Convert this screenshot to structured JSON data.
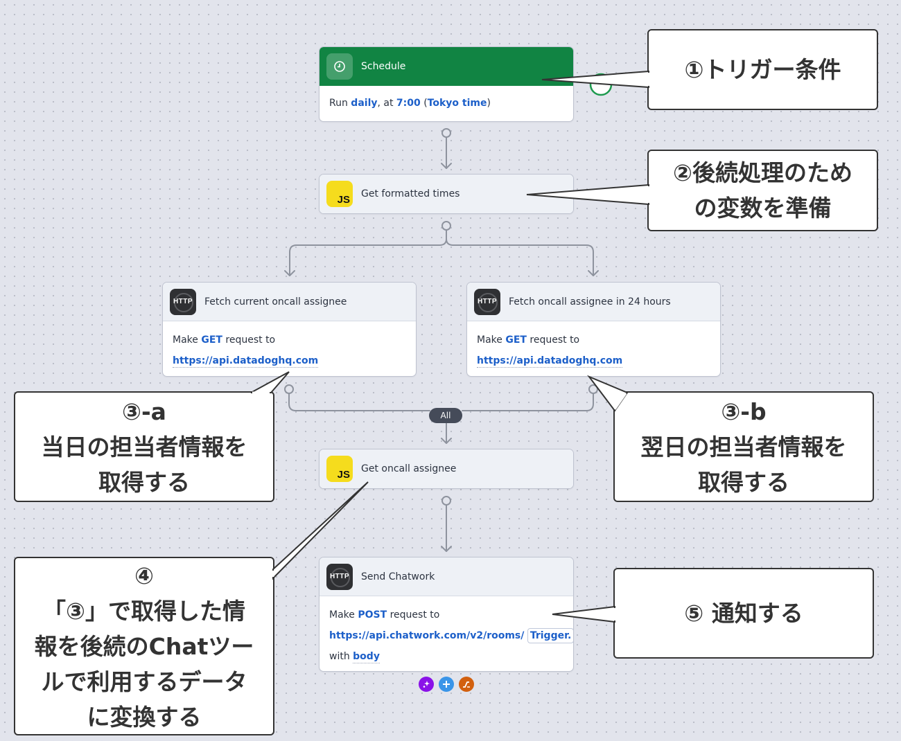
{
  "nodes": {
    "schedule": {
      "title": "Schedule",
      "icon": "clock-icon",
      "body": {
        "prefix": "Run ",
        "frequency": "daily",
        "mid": ", at ",
        "time": "7:00",
        "open": " (",
        "timezone": "Tokyo time",
        "close": ")"
      }
    },
    "formatted_times": {
      "title": "Get formatted times",
      "icon": "js-icon",
      "icon_text": "JS"
    },
    "fetch_current": {
      "title": "Fetch current oncall assignee",
      "icon": "http-icon",
      "icon_text": "HTTP",
      "make": "Make ",
      "method": "GET",
      "request_to": " request to",
      "url": "https://api.datadoghq.com"
    },
    "fetch_24h": {
      "title": "Fetch oncall assignee in 24 hours",
      "icon": "http-icon",
      "icon_text": "HTTP",
      "make": "Make ",
      "method": "GET",
      "request_to": " request to",
      "url": "https://api.datadoghq.com"
    },
    "get_assignee": {
      "title": "Get oncall assignee",
      "icon": "js-icon",
      "icon_text": "JS"
    },
    "send_chatwork": {
      "title": "Send Chatwork",
      "icon": "http-icon",
      "icon_text": "HTTP",
      "make": "Make ",
      "method": "POST",
      "request_to": " request to",
      "url": "https://api.chatwork.com/v2/rooms/",
      "pill": "Trigger.",
      "with": "with ",
      "body_label": "body"
    }
  },
  "join_badge": "All",
  "action_buttons": [
    {
      "name": "ai-assist-button",
      "icon": "sparkle-icon",
      "color": "#8a12e8"
    },
    {
      "name": "add-step-button",
      "icon": "plus-icon",
      "color": "#3a95e8"
    },
    {
      "name": "end-button",
      "icon": "stairs-icon",
      "color": "#d2600f"
    }
  ],
  "callouts": {
    "c1": {
      "lines": [
        "①トリガー条件"
      ]
    },
    "c2": {
      "lines": [
        "②後続処理のため",
        "の変数を準備"
      ]
    },
    "c3a": {
      "lines": [
        "③-a",
        "当日の担当者情報を",
        "取得する"
      ]
    },
    "c3b": {
      "lines": [
        "③-b",
        "翌日の担当者情報を",
        "取得する"
      ]
    },
    "c4": {
      "lines": [
        "④",
        "「③」で取得した情",
        "報を後続のChatツー",
        "ルで利用するデータ",
        "に変換する"
      ]
    },
    "c5": {
      "lines": [
        "⑤ 通知する"
      ]
    }
  },
  "colors": {
    "trigger_green": "#118443",
    "link_blue": "#1c5fc9",
    "js_yellow": "#f5dc1d",
    "http_dark": "#2f3033",
    "connector": "#8e939e"
  }
}
